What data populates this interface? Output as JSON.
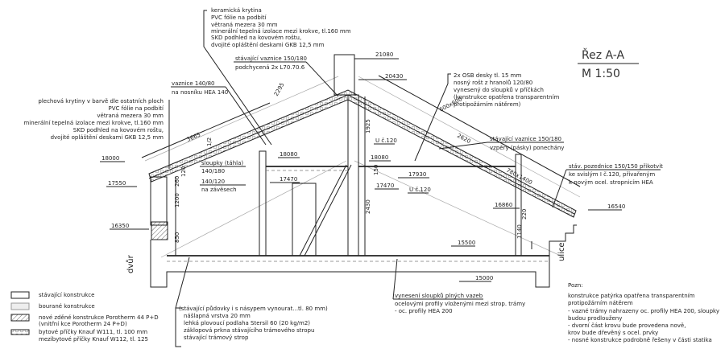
{
  "title": "Řez A-A",
  "scale": "M 1:50",
  "roof_callout_top": [
    "keramická krytina",
    "PVC fólie na podbití",
    "větraná mezera 30 mm",
    "minerální tepelná izolace mezi krokve, tl.160 mm",
    "SKD podhled na kovovém roštu,",
    "dvojité opláštění deskami GKB 12,5 mm"
  ],
  "roof_callout_left": [
    "plechová krytiny v barvě dle ostatních ploch",
    "PVC fólie na podbití",
    "větraná mezera 30 mm",
    "minerální tepelná izolace mezi krokve, tl.160 mm",
    "SKD podhled na kovovém roštu,",
    "dvojité opláštění deskami GKB 12,5 mm"
  ],
  "purlin_top": [
    "stávající vaznice 150/180",
    "podchycená 2x L70.70.6"
  ],
  "purlin_left": [
    "vaznice 140/80",
    "na nosníku HEA 140"
  ],
  "osb_callout": [
    "2x OSB desky tl. 15 mm",
    "nosný rošt z hranolů 120/80",
    "vynesený do sloupků v příčkách",
    "(konstrukce opatřena transparentním",
    "protipožárním nátěrem)"
  ],
  "purlin_right": [
    "stávající vaznice 150/180",
    "vzpěry (pásky) ponechány"
  ],
  "wallplate": [
    "stáv. pozednice 150/150 přikotvit",
    "ke svislým I č.120, přivařeným",
    "k novým ocel. stropnicím HEA"
  ],
  "posts": [
    "sloupky (táhla)",
    "140/180"
  ],
  "hangers": [
    "140/120",
    "na závěsech"
  ],
  "levels": {
    "l21080": "21080",
    "l20430": "20430",
    "l18000": "18000",
    "l17550": "17550",
    "l16350": "16350",
    "l18080a": "18080",
    "l17470a": "17470",
    "l18080b": "18080",
    "l17930": "17930",
    "l17470b": "17470",
    "l16860": "16860",
    "l16540": "16540",
    "l15500": "15500",
    "l15000": "15000"
  },
  "dims": {
    "d3665": "3665",
    "d2295": "2295",
    "d2620": "2620",
    "d600": "600x600",
    "d780": "780x1400",
    "d1925": "1925",
    "d2430": "2430",
    "d150": "150",
    "d1200": "1200",
    "d850": "850",
    "d220": "220",
    "d1140": "1140",
    "d260": "260",
    "d120": "120",
    "d1": "1/2"
  },
  "profiles": [
    "U č.120",
    "U č.120"
  ],
  "sides": {
    "left": "dvůr",
    "right": "ulice"
  },
  "legend": [
    {
      "lines": [
        "stávající konstrukce"
      ]
    },
    {
      "lines": [
        "bourané konstrukce"
      ]
    },
    {
      "lines": [
        "nové zděné konstrukce Porotherm 44 P+D",
        "(vnitřní kce Porotherm 24 P+D)"
      ]
    },
    {
      "lines": [
        "bytové příčky Knauf W111, tl. 100 mm",
        "mezibytové příčky Knauf W112, tl. 125"
      ]
    }
  ],
  "floor_callout": [
    "(stávající půdovky i s násypem vynourat...tl. 80 mm)",
    "nášlapná vrstva 20 mm",
    "lehká plovoucí podlaha Stersil 60 (20 kg/m2)",
    "záklopová prkna stávajícího trámového stropu",
    "stávající trámový strop"
  ],
  "support_note": [
    "vynesení sloupků plných vazeb",
    "ocelovými profily vloženými mezi strop. trámy",
    "- oc. profily HEA 200"
  ],
  "notes": [
    "Pozn:",
    "konstrukce patýrka opatřena transparentním",
    "protipožárním nátěrem",
    "- vazné trámy nahrazeny oc. profily HEA 200, sloupky",
    "  budou prodlouženy",
    "- dvorní část krovu bude provedena nově,",
    "  krov bude dřevěný s ocel. prvky",
    "- nosné konstrukce podrobně řešeny v části statika"
  ]
}
